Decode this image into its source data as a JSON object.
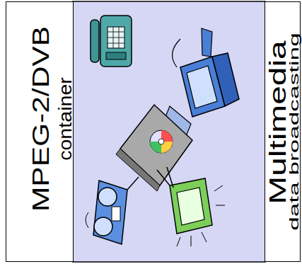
{
  "diagram": {
    "nodes": [
      {
        "text": [
          "MPEG-2/DVB",
          "container"
        ]
      },
      {
        "text": [
          "Multimedia",
          "data broadcasting"
        ]
      }
    ]
  }
}
